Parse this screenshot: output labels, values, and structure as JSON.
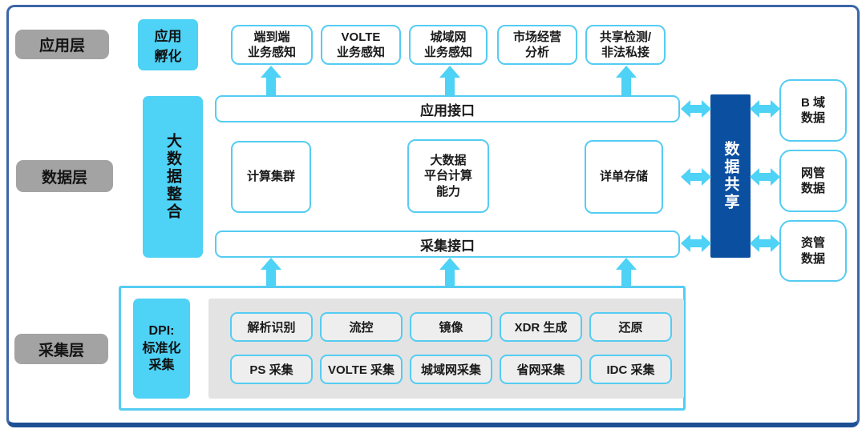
{
  "colors": {
    "accent_cyan": "#4ed2f5",
    "dark_blue": "#0b4fa1",
    "frame_blue": "#3b66a6",
    "label_gray": "#a3a3a3",
    "panel_gray": "#e3e3e3"
  },
  "layers": {
    "application": "应用层",
    "data": "数据层",
    "collection": "采集层"
  },
  "application_layer": {
    "incubation": "应用\n孵化",
    "apps": [
      "端到端\n业务感知",
      "VOLTE\n业务感知",
      "城域网\n业务感知",
      "市场经营\n分析",
      "共享检测/\n非法私接"
    ]
  },
  "data_layer": {
    "integration": "大数据整合",
    "app_interface": "应用接口",
    "collect_interface": "采集接口",
    "components": [
      "计算集群",
      "大数据\n平台计算\n能力",
      "详单存储"
    ],
    "sharing": "数据共享",
    "sources": [
      "B 域\n数据",
      "网管\n数据",
      "资管\n数据"
    ]
  },
  "collection_layer": {
    "dpi": "DPI:\n标准化\n采集",
    "functions_row1": [
      "解析识别",
      "流控",
      "镜像",
      "XDR 生成",
      "还原"
    ],
    "functions_row2": [
      "PS 采集",
      "VOLTE 采集",
      "城域网采集",
      "省网采集",
      "IDC 采集"
    ]
  }
}
